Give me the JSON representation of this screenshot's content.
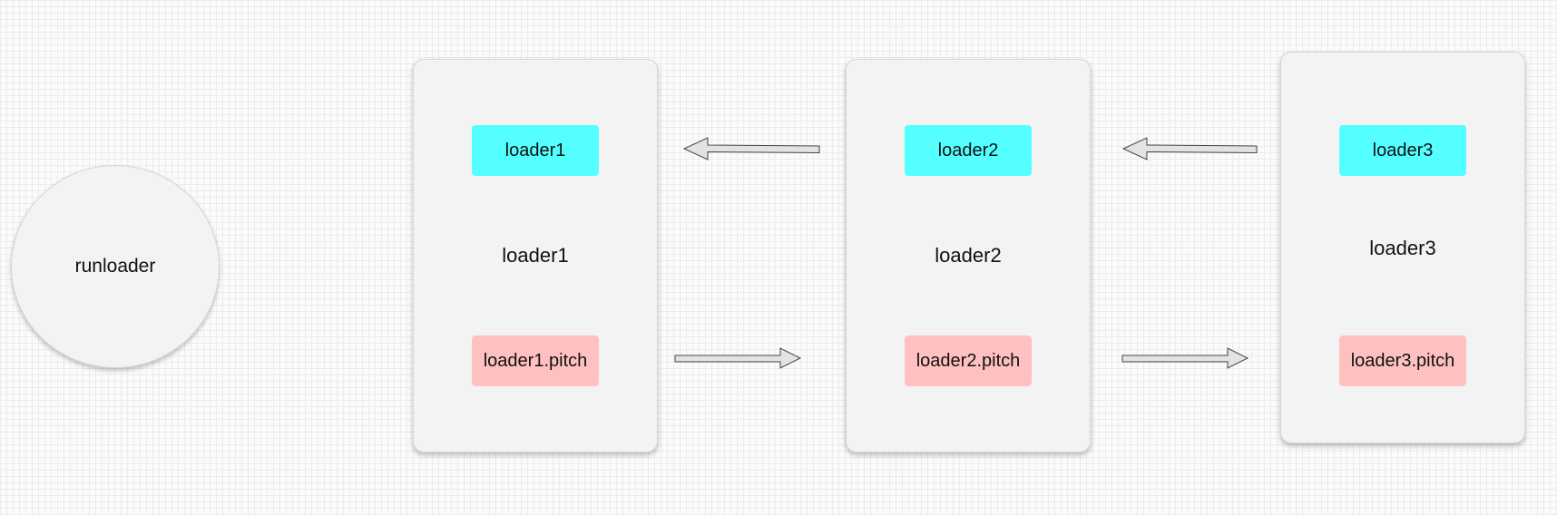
{
  "runloader": {
    "label": "runloader"
  },
  "loaders": [
    {
      "normal": "loader1",
      "name": "loader1",
      "pitch": "loader1.pitch"
    },
    {
      "normal": "loader2",
      "name": "loader2",
      "pitch": "loader2.pitch"
    },
    {
      "normal": "loader3",
      "name": "loader3",
      "pitch": "loader3.pitch"
    }
  ],
  "colors": {
    "normal_loader": "#54ffff",
    "pitch_loader": "#ffc1c0",
    "card_background": "#f3f3f3",
    "arrow_fill": "#e3e3e3"
  }
}
